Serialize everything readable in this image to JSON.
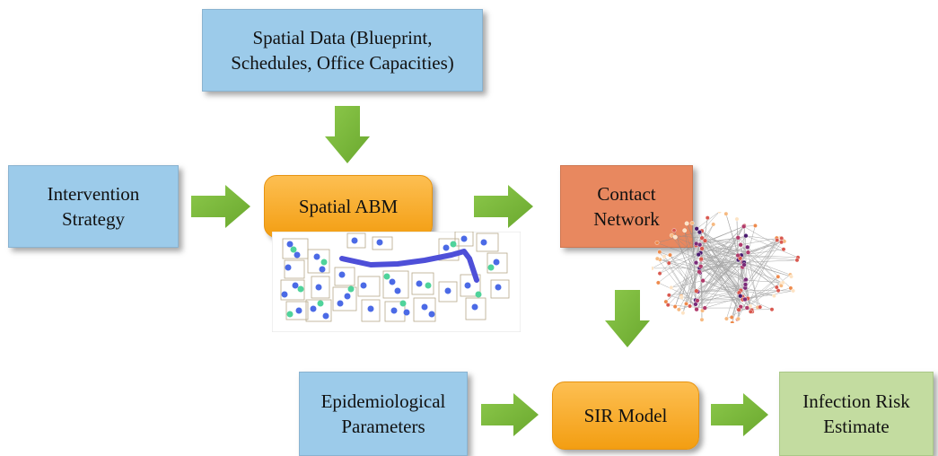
{
  "nodes": {
    "spatial_data": "Spatial Data (Blueprint,\nSchedules, Office Capacities)",
    "intervention": "Intervention\nStrategy",
    "spatial_abm": "Spatial ABM",
    "contact_network": "Contact\nNetwork",
    "epi_params": "Epidemiological\nParameters",
    "sir_model": "SIR Model",
    "infection_risk": "Infection Risk\nEstimate"
  },
  "colors": {
    "input_box": "#9ccbea",
    "process_box": "#f5a623",
    "network_box": "#e8885f",
    "output_box": "#c3dca0",
    "arrow": "#7dbb3a"
  }
}
